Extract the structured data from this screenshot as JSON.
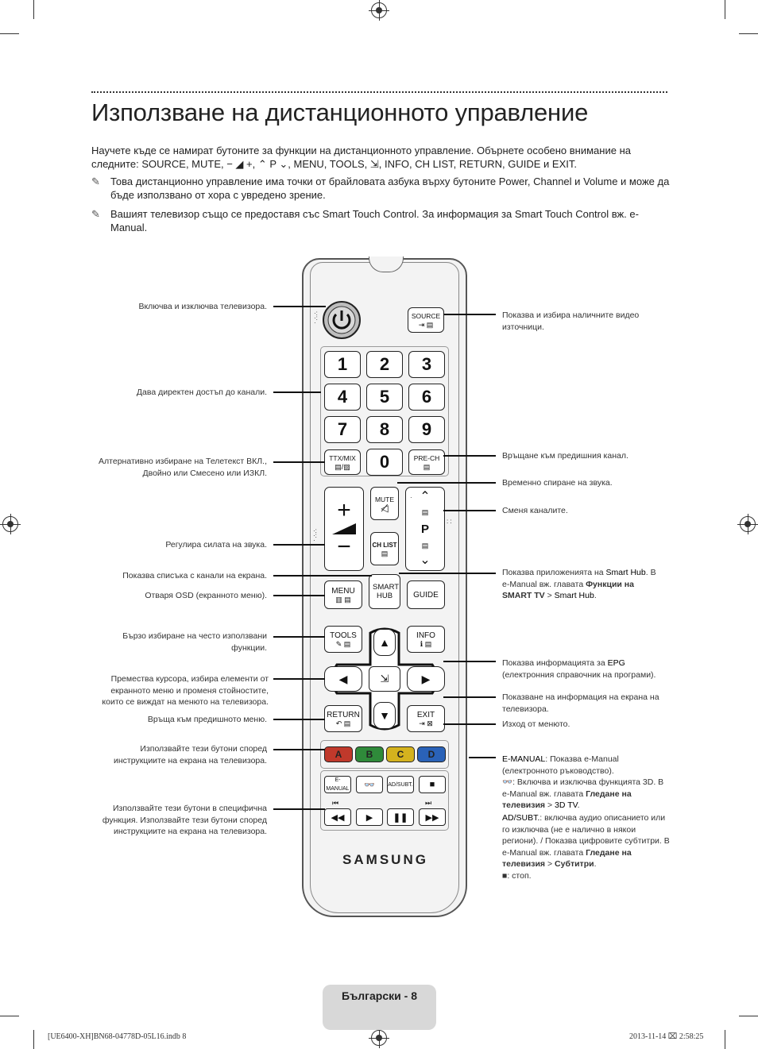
{
  "title": "Използване на дистанционното управление",
  "intro": {
    "text1": "Научете къде се намират бутоните за функции на дистанционното управление. Обърнете особено внимание на следните: ",
    "keys": "SOURCE, MUTE, − ◢ +, ⌃ P ⌄, MENU, TOOLS, ⇲, INFO, CH LIST, RETURN, GUIDE",
    "and": " и ",
    "exit": "EXIT",
    "dot": "."
  },
  "notes": [
    {
      "text1": "Това дистанционно управление има точки от брайловата азбука върху бутоните ",
      "b1": "Power",
      "c1": ", ",
      "b2": "Channel",
      "c2": " и ",
      "b3": "Volume",
      "text2": " и може да бъде използвано от хора с увредено зрение."
    },
    {
      "text1": "Вашият телевизор също се предоставя със Smart Touch Control. За информация за Smart Touch Control вж. ",
      "b1": "e-Manual",
      "text2": "."
    }
  ],
  "left_labels": [
    "Включва и изключва телевизора.",
    "Дава директен достъп до канали.",
    "Алтернативно избиране на Телетекст ВКЛ., Двойно или Смесено или ИЗКЛ.",
    "Регулира силата на звука.",
    "Показва списъка с канали на екрана.",
    "Отваря OSD (екранното меню).",
    "Бързо избиране на често използвани функции.",
    "Премества курсора, избира елементи от екранното меню и променя стойностите, които се виждат на менюто на телевизора.",
    "Връща към предишното меню.",
    "Използвайте тези бутони според инструкциите на екрана на телевизора.",
    "Използвайте тези бутони в специфична функция. Използвайте тези бутони според инструкциите на екрана на телевизора."
  ],
  "right_labels": {
    "source": "Показва и избира наличните видео източници.",
    "prech": "Връщане към предишния канал.",
    "mute": "Временно спиране на звука.",
    "channel": "Сменя каналите.",
    "smarthub": {
      "t1": "Показва приложенията на ",
      "b1": "Smart Hub",
      "t2": ". В e-Manual вж. главата ",
      "b2": "Функции на SMART TV",
      "t3": " > ",
      "b3": "Smart Hub",
      "t4": "."
    },
    "info": {
      "t1": "Показва информацията за ",
      "b1": "EPG",
      "t2": " (електронния справочник на програми)."
    },
    "onscreen": "Показване на информация на екрана на телевизора.",
    "exit": "Изход от менюто.",
    "emanual": {
      "b1": "E-MANUAL",
      "t1": ": Показва e-Manual (електронното ръководство)."
    },
    "threed": {
      "t1": ": Включва и изключва функцията 3D. В e-Manual вж. главата ",
      "b1": "Гледане на телевизия",
      "t2": " > ",
      "b2": "3D TV",
      "t3": "."
    },
    "adsubt": {
      "b1": "AD/SUBT.",
      "t1": ": включва аудио описанието или го изключва (не е налично в някои региони). / Показва цифровите субтитри. В e-Manual вж. главата ",
      "b2": "Гледане на телевизия",
      "t2": " > ",
      "b3": "Субтитри",
      "t3": "."
    },
    "stop": "■: стоп."
  },
  "remote": {
    "source": "SOURCE",
    "numbers": [
      "1",
      "2",
      "3",
      "4",
      "5",
      "6",
      "7",
      "8",
      "9"
    ],
    "zero": "0",
    "ttx": "TTX/MIX",
    "prech": "PRE-CH",
    "mute": "MUTE",
    "p": "P",
    "chlist": "CH LIST",
    "menu": "MENU",
    "smarthub": "SMART HUB",
    "guide": "GUIDE",
    "tools": "TOOLS",
    "info": "INFO",
    "return": "RETURN",
    "exit": "EXIT",
    "colors": [
      {
        "label": "A",
        "color": "#c0392b"
      },
      {
        "label": "B",
        "color": "#2f8a3a"
      },
      {
        "label": "C",
        "color": "#d4b21e"
      },
      {
        "label": "D",
        "color": "#2a62b8"
      }
    ],
    "emanual": "E-MANUAL",
    "adsubt": "AD/SUBT.",
    "brand": "SAMSUNG"
  },
  "footer": {
    "label": "Български - 8"
  },
  "print_info": {
    "left": "[UE6400-XH]BN68-04778D-05L16.indb   8",
    "right": "2013-11-14   ⌧ 2:58:25"
  }
}
